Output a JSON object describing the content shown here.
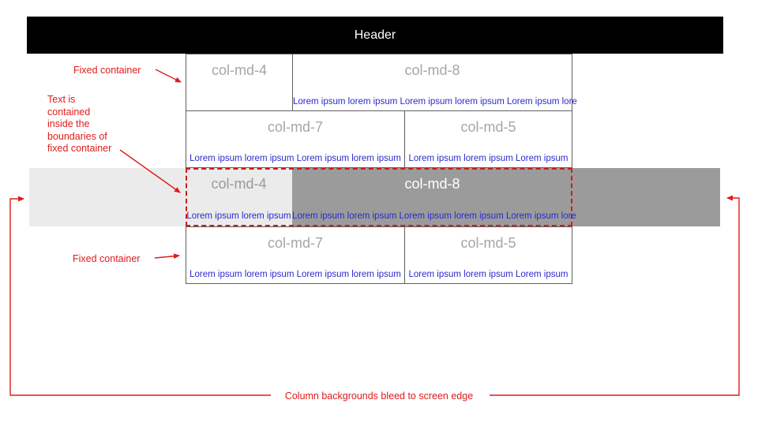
{
  "header": {
    "title": "Header"
  },
  "grid": {
    "row1": {
      "col1": {
        "label": "col-md-4"
      },
      "col2": {
        "label": "col-md-8",
        "lorem": "Lorem ipsum lorem ipsum Lorem ipsum lorem ipsum Lorem ipsum lore"
      }
    },
    "row2": {
      "col1": {
        "label": "col-md-7",
        "lorem": "Lorem ipsum lorem ipsum Lorem ipsum lorem ipsum"
      },
      "col2": {
        "label": "col-md-5",
        "lorem": "Lorem ipsum lorem ipsum Lorem ipsum"
      }
    },
    "row3": {
      "col1": {
        "label": "col-md-4",
        "lorem": "Lorem ipsum lorem ipsum"
      },
      "col2": {
        "label": "col-md-8",
        "lorem": "Lorem ipsum lorem ipsum Lorem ipsum lorem ipsum Lorem ipsum lore"
      }
    },
    "row4": {
      "col1": {
        "label": "col-md-7",
        "lorem": "Lorem ipsum lorem ipsum Lorem ipsum lorem ipsum"
      },
      "col2": {
        "label": "col-md-5",
        "lorem": "Lorem ipsum lorem ipsum Lorem ipsum"
      }
    }
  },
  "annotations": {
    "fixed_container_top": "Fixed container",
    "text_contained": "Text is\ncontained\ninside the\nboundaries of\nfixed container",
    "fixed_container_bottom": "Fixed container",
    "bleed_note": "Column backgrounds bleed to screen edge"
  },
  "colors": {
    "header_bg": "#000000",
    "header_text": "#ffffff",
    "label_gray": "#a6a6a6",
    "lorem_blue": "#2a2ad0",
    "annotation_red": "#e01b1b",
    "dashed_border_red": "#d21a1a",
    "bleed_light_gray": "#ebebeb",
    "bleed_dark_gray": "#9b9b9b",
    "grid_border_gray": "#5f5f5f"
  }
}
